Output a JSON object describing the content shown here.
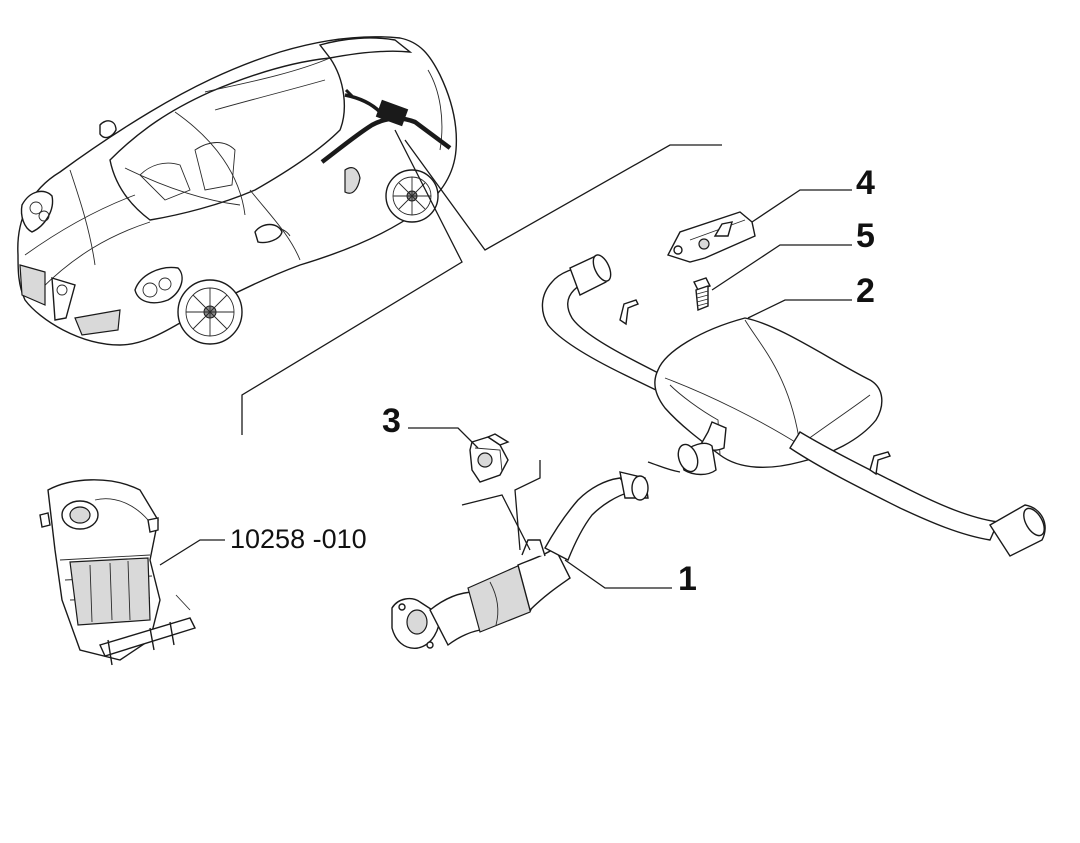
{
  "diagram": {
    "callouts": [
      {
        "id": "1",
        "label": "1"
      },
      {
        "id": "2",
        "label": "2"
      },
      {
        "id": "3",
        "label": "3"
      },
      {
        "id": "4",
        "label": "4"
      },
      {
        "id": "5",
        "label": "5"
      }
    ],
    "reference": {
      "label": "10258 -010"
    }
  }
}
